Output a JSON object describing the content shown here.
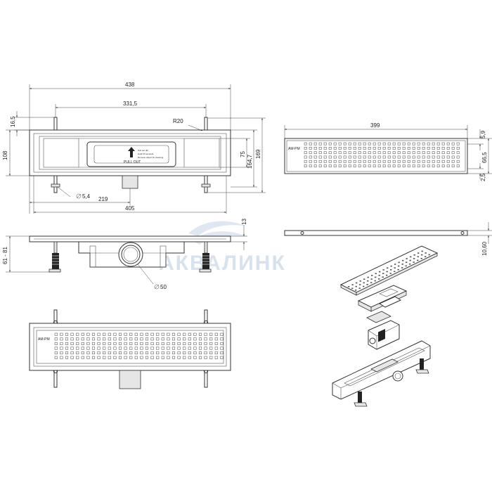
{
  "drawing": {
    "watermark": "АКВАЛИНК",
    "logo_text": "AM-PM",
    "insert_label": {
      "title": "PULL OUT",
      "line1": "Pull out dirt",
      "line2": "Hold 15 seconds",
      "line3": "Remove object for cleaning"
    },
    "dimensions": {
      "d438": "438",
      "d331_5": "331,5",
      "d16_5": "16,5",
      "dR20": "R20",
      "d108": "108",
      "d75": "75",
      "d164_7": "164,7",
      "d169": "169",
      "d5_4": "5,4",
      "d219": "219",
      "d405": "405",
      "d399": "399",
      "d66_5": "66,5",
      "d5_9": "5,9",
      "d2_5": "2,5",
      "d13": "13",
      "d61_81": "61 - 81",
      "d50": "50",
      "d10_60": "10,60"
    }
  }
}
